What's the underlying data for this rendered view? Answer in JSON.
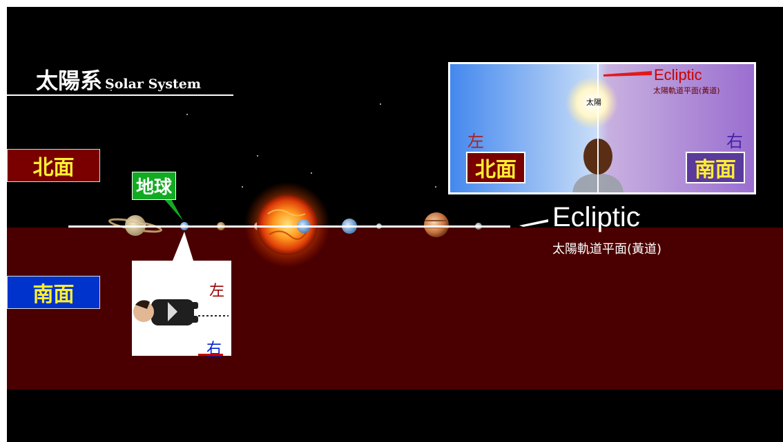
{
  "title": {
    "chinese": "太陽系",
    "english": "Solar System"
  },
  "faces": {
    "north": "北面",
    "south": "南面"
  },
  "earth_label": "地球",
  "ecliptic": {
    "label": "Ecliptic",
    "subtitle": "太陽軌道平面(黃道)"
  },
  "observer_box": {
    "left": "左",
    "right": "右"
  },
  "inset": {
    "ecliptic_label": "Ecliptic",
    "ecliptic_subtitle": "太陽軌道平面(黃道)",
    "sun_label": "太陽",
    "left_dir": "左",
    "right_dir": "右",
    "north_face": "北面",
    "south_face": "南面"
  },
  "colors": {
    "background": "#000000",
    "south_band": "#4a0000",
    "north_tag": "#7a0000",
    "south_tag": "#0033cc",
    "label_yellow": "#ffee33",
    "earth_tag": "#12aa22"
  }
}
